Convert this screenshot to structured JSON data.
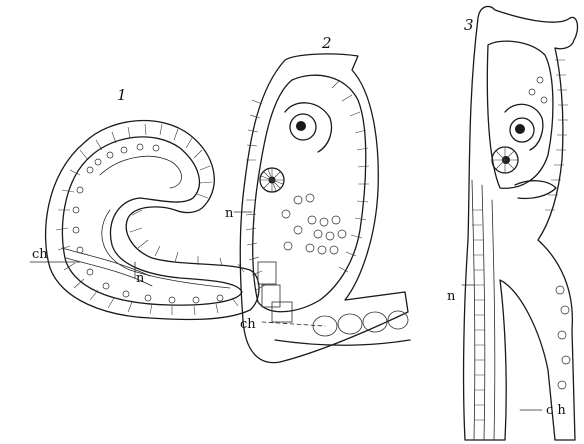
{
  "figures": [
    {
      "number": "1",
      "labels": {
        "ch": "ch",
        "n": "n"
      }
    },
    {
      "number": "2",
      "labels": {
        "n": "n",
        "ch": "ch"
      }
    },
    {
      "number": "3",
      "labels": {
        "n": "n",
        "ch": "c h"
      }
    }
  ]
}
